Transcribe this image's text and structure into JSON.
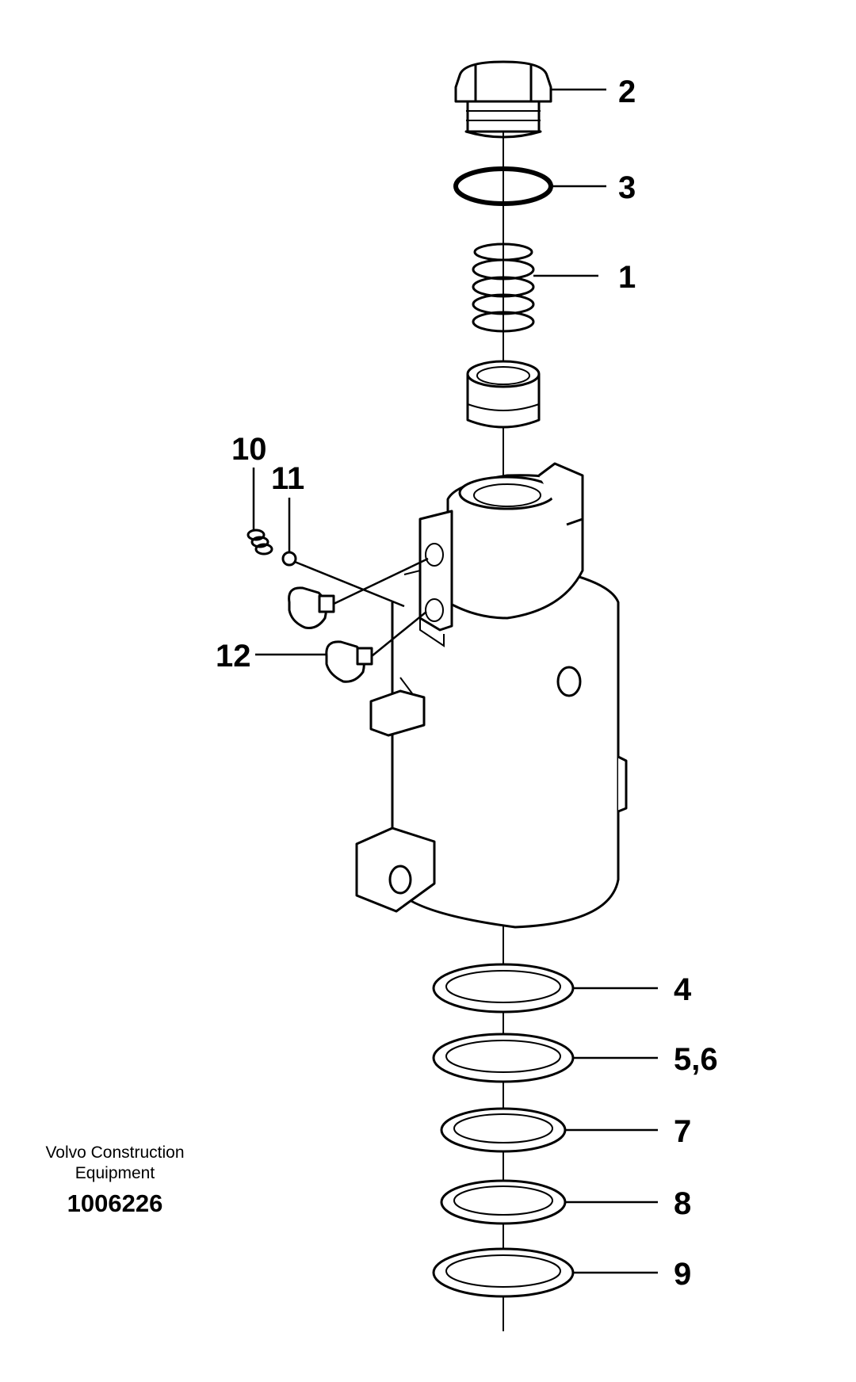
{
  "callouts": [
    {
      "id": "2",
      "text": "2"
    },
    {
      "id": "3",
      "text": "3"
    },
    {
      "id": "1",
      "text": "1"
    },
    {
      "id": "10",
      "text": "10"
    },
    {
      "id": "11",
      "text": "11"
    },
    {
      "id": "12",
      "text": "12"
    },
    {
      "id": "4",
      "text": "4"
    },
    {
      "id": "56",
      "text": "5,6"
    },
    {
      "id": "7",
      "text": "7"
    },
    {
      "id": "8",
      "text": "8"
    },
    {
      "id": "9",
      "text": "9"
    }
  ],
  "caption": {
    "line1": "Volvo Construction",
    "line2": "Equipment",
    "code": "1006226"
  }
}
